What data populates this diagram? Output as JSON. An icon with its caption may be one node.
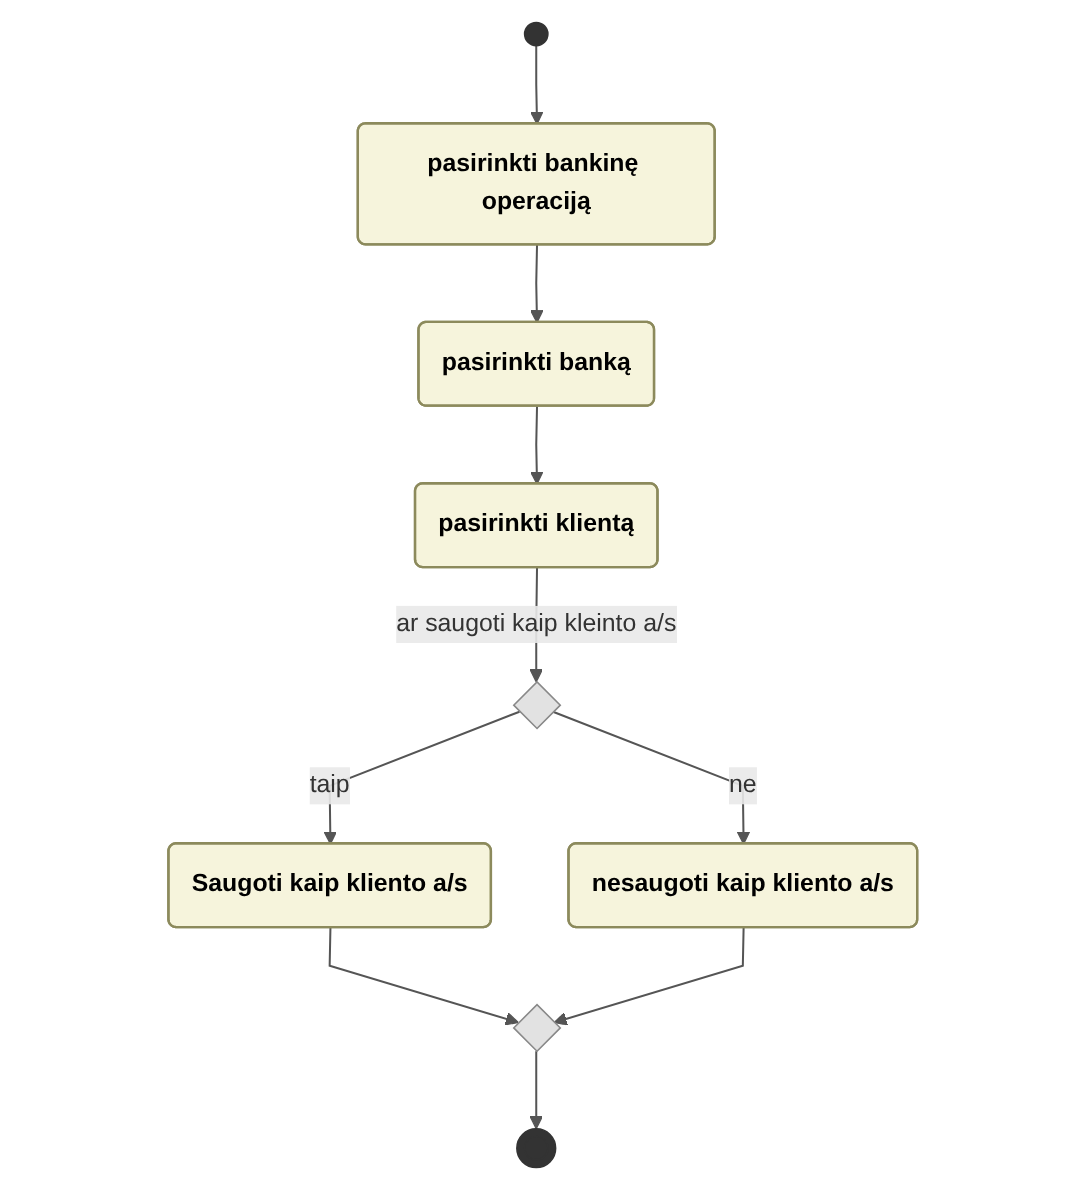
{
  "diagram": {
    "nodes": [
      {
        "text": [],
        "shape": "circle"
      },
      {
        "text": [
          "pasirinkti bankinę operaciją"
        ]
      },
      {
        "text": [
          "pasirinkti banką"
        ]
      },
      {
        "text": [
          "pasirinkti klientą"
        ]
      },
      {
        "text": [],
        "shape": "diamond"
      },
      {
        "text": [
          "Saugoti kaip kliento a/s"
        ]
      },
      {
        "text": [
          "nesaugoti kaip kliento a/s"
        ]
      },
      {
        "text": [],
        "shape": "diamond"
      },
      {
        "text": [],
        "shape": "circle"
      }
    ],
    "edges": [
      {
        "from": 0,
        "to": 1,
        "arrow": "to"
      },
      {
        "from": 1,
        "to": 2,
        "arrow": "to"
      },
      {
        "from": 2,
        "to": 3,
        "arrow": "to"
      },
      {
        "from": 3,
        "to": 4,
        "arrow": "to",
        "label": "ar saugoti kaip kleinto a/s"
      },
      {
        "from": 4,
        "to": 5,
        "arrow": "to",
        "label": "taip"
      },
      {
        "from": 4,
        "to": 6,
        "arrow": "to",
        "label": "ne"
      },
      {
        "from": 5,
        "to": 7,
        "arrow": "to"
      },
      {
        "from": 6,
        "to": 7,
        "arrow": "to"
      },
      {
        "from": 7,
        "to": 8,
        "arrow": "to"
      }
    ]
  }
}
